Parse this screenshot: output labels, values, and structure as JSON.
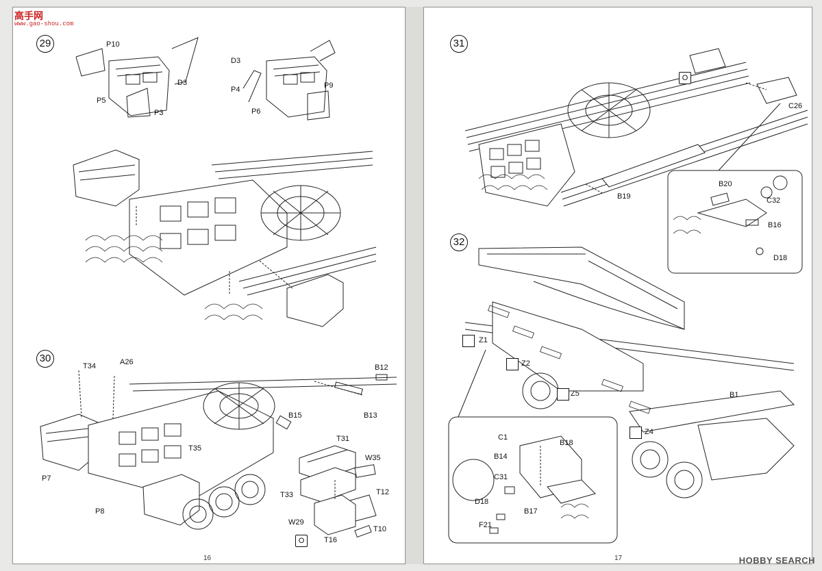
{
  "watermark": {
    "logo": "高手网",
    "url": "www.gao-shou.com"
  },
  "brand": "HOBBY SEARCH",
  "colors": {
    "line": "#111111",
    "paper": "#ffffff",
    "brand": "#555555",
    "watermark": "#cc2222"
  },
  "left_page": {
    "page_number": "16",
    "steps": [
      {
        "number": "29",
        "parts": [
          "P10",
          "D3",
          "P5",
          "P3",
          "D3",
          "P4",
          "P9",
          "P6"
        ]
      },
      {
        "number": "30",
        "parts": [
          "T34",
          "A26",
          "B12",
          "B15",
          "B13",
          "T35",
          "P7",
          "P8",
          "T31",
          "W35",
          "T33",
          "T12",
          "W29",
          "T10",
          "T16"
        ],
        "marker": "O"
      }
    ]
  },
  "right_page": {
    "page_number": "17",
    "steps": [
      {
        "number": "31",
        "parts": [
          "C26",
          "B19",
          "B20",
          "C32",
          "B16",
          "D18"
        ],
        "marker": "O"
      },
      {
        "number": "32",
        "parts": [
          "Z1",
          "Z2",
          "Z5",
          "Z4",
          "B1",
          "C1",
          "B18",
          "B14",
          "C31",
          "D18",
          "B17",
          "F21"
        ]
      }
    ]
  }
}
